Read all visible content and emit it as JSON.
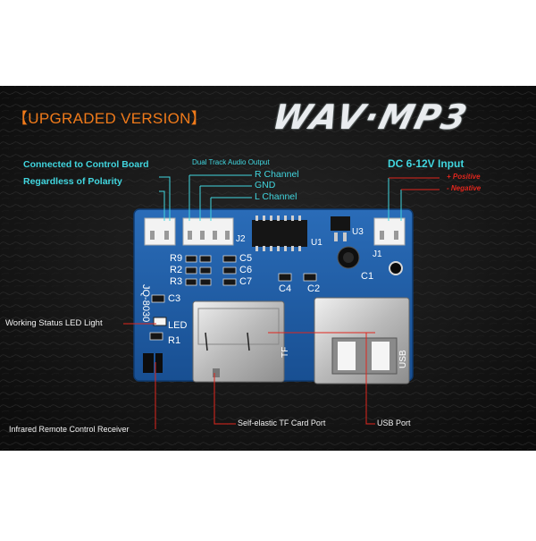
{
  "header": {
    "version": "【UPGRADED VERSION】",
    "product": "WAV·MP3"
  },
  "callouts": {
    "control_board": "Connected to Control Board",
    "polarity": "Regardless of Polarity",
    "dual_track": "Dual Track Audio Output",
    "r_channel": "R Channel",
    "gnd": "GND",
    "l_channel": "L Channel",
    "dc_input": "DC 6-12V Input",
    "positive": "+ Positive",
    "negative": "- Negative",
    "led": "Working Status LED Light",
    "ir": "Infrared Remote Control Receiver",
    "tf": "Self-elastic TF Card Port",
    "usb": "USB Port"
  },
  "pcb_labels": {
    "r9": "R9",
    "r2": "R2",
    "r3": "R3",
    "c5": "C5",
    "c6": "C6",
    "c7": "C7",
    "c4": "C4",
    "c2": "C2",
    "c1": "C1",
    "c3": "C3",
    "u1": "U1",
    "u3": "U3",
    "j1": "J1",
    "j2": "J2",
    "led": "LED",
    "r1": "R1",
    "tf": "TF",
    "usb": "USB",
    "model": "JQ-8030"
  },
  "colors": {
    "pcb": "#1f5fa8",
    "cyan": "#41d6df",
    "red": "#e0261d",
    "orange": "#f07a1a",
    "leather": "#141414"
  }
}
